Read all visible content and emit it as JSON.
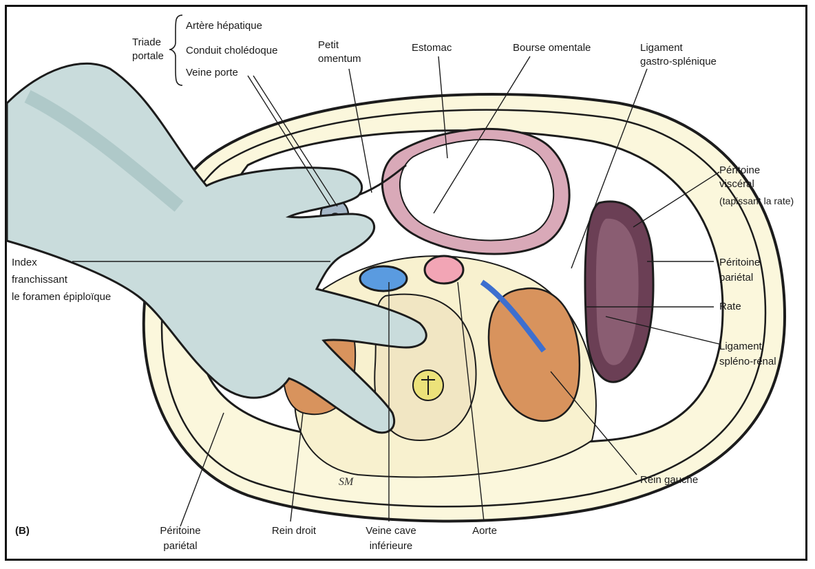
{
  "panel_letter": "(B)",
  "signature": "SM",
  "labels": {
    "triade_l1": "Triade",
    "triade_l2": "portale",
    "arteriale": "Artère hépatique",
    "choledoque": "Conduit cholédoque",
    "veine_porte": "Veine porte",
    "petit_l1": "Petit",
    "petit_l2": "omentum",
    "estomac": "Estomac",
    "bourse": "Bourse omentale",
    "lig_gs_l1": "Ligament",
    "lig_gs_l2": "gastro-splénique",
    "pv_l1": "Péritoine",
    "pv_l2": "viscéral",
    "pv_l3": "(tapissant la rate)",
    "pp_r_l1": "Péritoine",
    "pp_r_l2": "pariétal",
    "rate": "Rate",
    "lsr_l1": "Ligament",
    "lsr_l2": "spléno-rénal",
    "rein_gauche": "Rein gauche",
    "index_l1": "Index",
    "index_l2": "franchissant",
    "index_l3": "le foramen épiploïque",
    "pp_b_l1": "Péritoine",
    "pp_b_l2": "pariétal",
    "rein_droit": "Rein droit",
    "vci_l1": "Veine cave",
    "vci_l2": "inférieure",
    "aorte": "Aorte"
  },
  "colors": {
    "outline": "#1c1c1c",
    "body_fill": "#fbf7dc",
    "stomach_wall": "#d9a9b8",
    "spleen": "#6b3f55",
    "kidney": "#d8935d",
    "ivc": "#5a9be0",
    "aorta": "#f2a5b5",
    "vertebra": "#f1e6c3",
    "glove": "#c9dcdc"
  }
}
